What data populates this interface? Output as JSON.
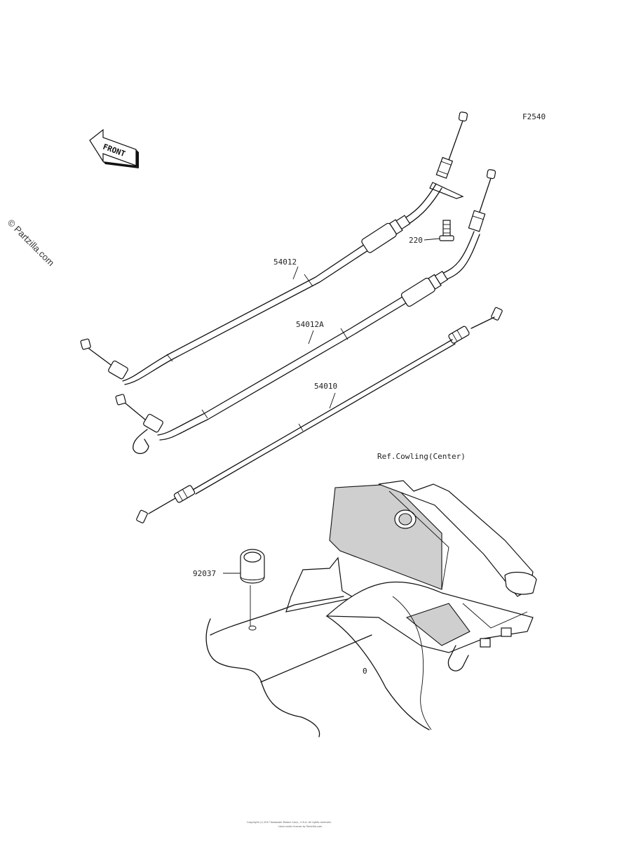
{
  "diagram": {
    "figure_code": "F2540",
    "watermark": "© Partzilla.com",
    "front_arrow_label": "FRONT",
    "reference_note": "Ref.Cowling(Center)",
    "fender_mark": "0",
    "copyright_line_1": "Copyright (c) 2017 Kawasaki Motors Corp., U.S.A. All rights reserved.",
    "copyright_line_2": "Used under license by Partzilla.com",
    "parts": [
      {
        "number": "54012",
        "name": "cable"
      },
      {
        "number": "54012A",
        "name": "cable"
      },
      {
        "number": "54010",
        "name": "cable"
      },
      {
        "number": "220",
        "name": "bolt"
      },
      {
        "number": "92037",
        "name": "clamp"
      }
    ]
  }
}
